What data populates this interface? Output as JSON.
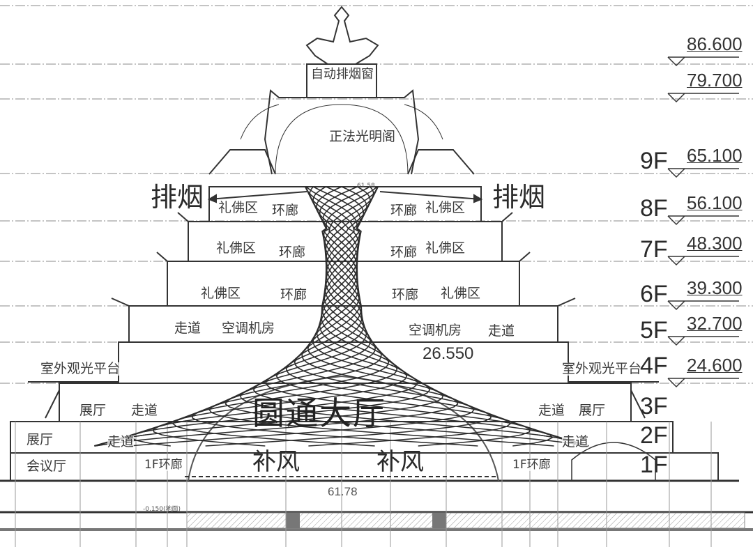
{
  "title": "Building section",
  "top": {
    "smoke_window": "自动排烟窗",
    "pavilion": "正法光明阁",
    "top_dim": "61.58"
  },
  "smoke_exhaust": {
    "left": "排烟",
    "right": "排烟"
  },
  "rooms": {
    "worship_8f_left": "礼佛区",
    "worship_8f_right": "礼佛区",
    "corridor_8f_left": "环廊",
    "corridor_8f_right": "环廊",
    "worship_7f_left": "礼佛区",
    "worship_7f_right": "礼佛区",
    "corridor_7f_left": "环廊",
    "corridor_7f_right": "环廊",
    "worship_6f_left": "礼佛区",
    "worship_6f_right": "礼佛区",
    "corridor_6f_left": "环廊",
    "corridor_6f_right": "环廊",
    "walkway_5f_left": "走道",
    "walkway_5f_right": "走道",
    "ac_room_left": "空调机房",
    "ac_room_right": "空调机房",
    "inner_elev": "26.550",
    "terrace_left": "室外观光平台",
    "terrace_right": "室外观光平台",
    "exhibit_3f_left": "展厅",
    "exhibit_3f_right": "展厅",
    "walkway_3f_left": "走道",
    "walkway_3f_right": "走道",
    "exhibit_2f_left": "展厅",
    "walkway_2f_left": "走道",
    "walkway_2f_right": "走道",
    "meeting_room": "会议厅",
    "ring_1f_left": "1F环廊",
    "ring_1f_right": "1F环廊",
    "main_hall": "圆通大厅",
    "air_supply_left": "补风",
    "air_supply_right": "补风",
    "bottom_dim": "61.78",
    "basement_elev": "-0.150(地面)"
  },
  "levels": [
    {
      "floor": "",
      "elevation": "86.600"
    },
    {
      "floor": "",
      "elevation": "79.700"
    },
    {
      "floor": "9F",
      "elevation": "65.100"
    },
    {
      "floor": "8F",
      "elevation": "56.100"
    },
    {
      "floor": "7F",
      "elevation": "48.300"
    },
    {
      "floor": "6F",
      "elevation": "39.300"
    },
    {
      "floor": "5F",
      "elevation": "32.700"
    },
    {
      "floor": "4F",
      "elevation": "24.600"
    },
    {
      "floor": "3F",
      "elevation": ""
    },
    {
      "floor": "2F",
      "elevation": ""
    },
    {
      "floor": "1F",
      "elevation": ""
    }
  ],
  "colors": {
    "line": "#444444",
    "grid": "#888888",
    "hatch": "#9a9a9a"
  }
}
